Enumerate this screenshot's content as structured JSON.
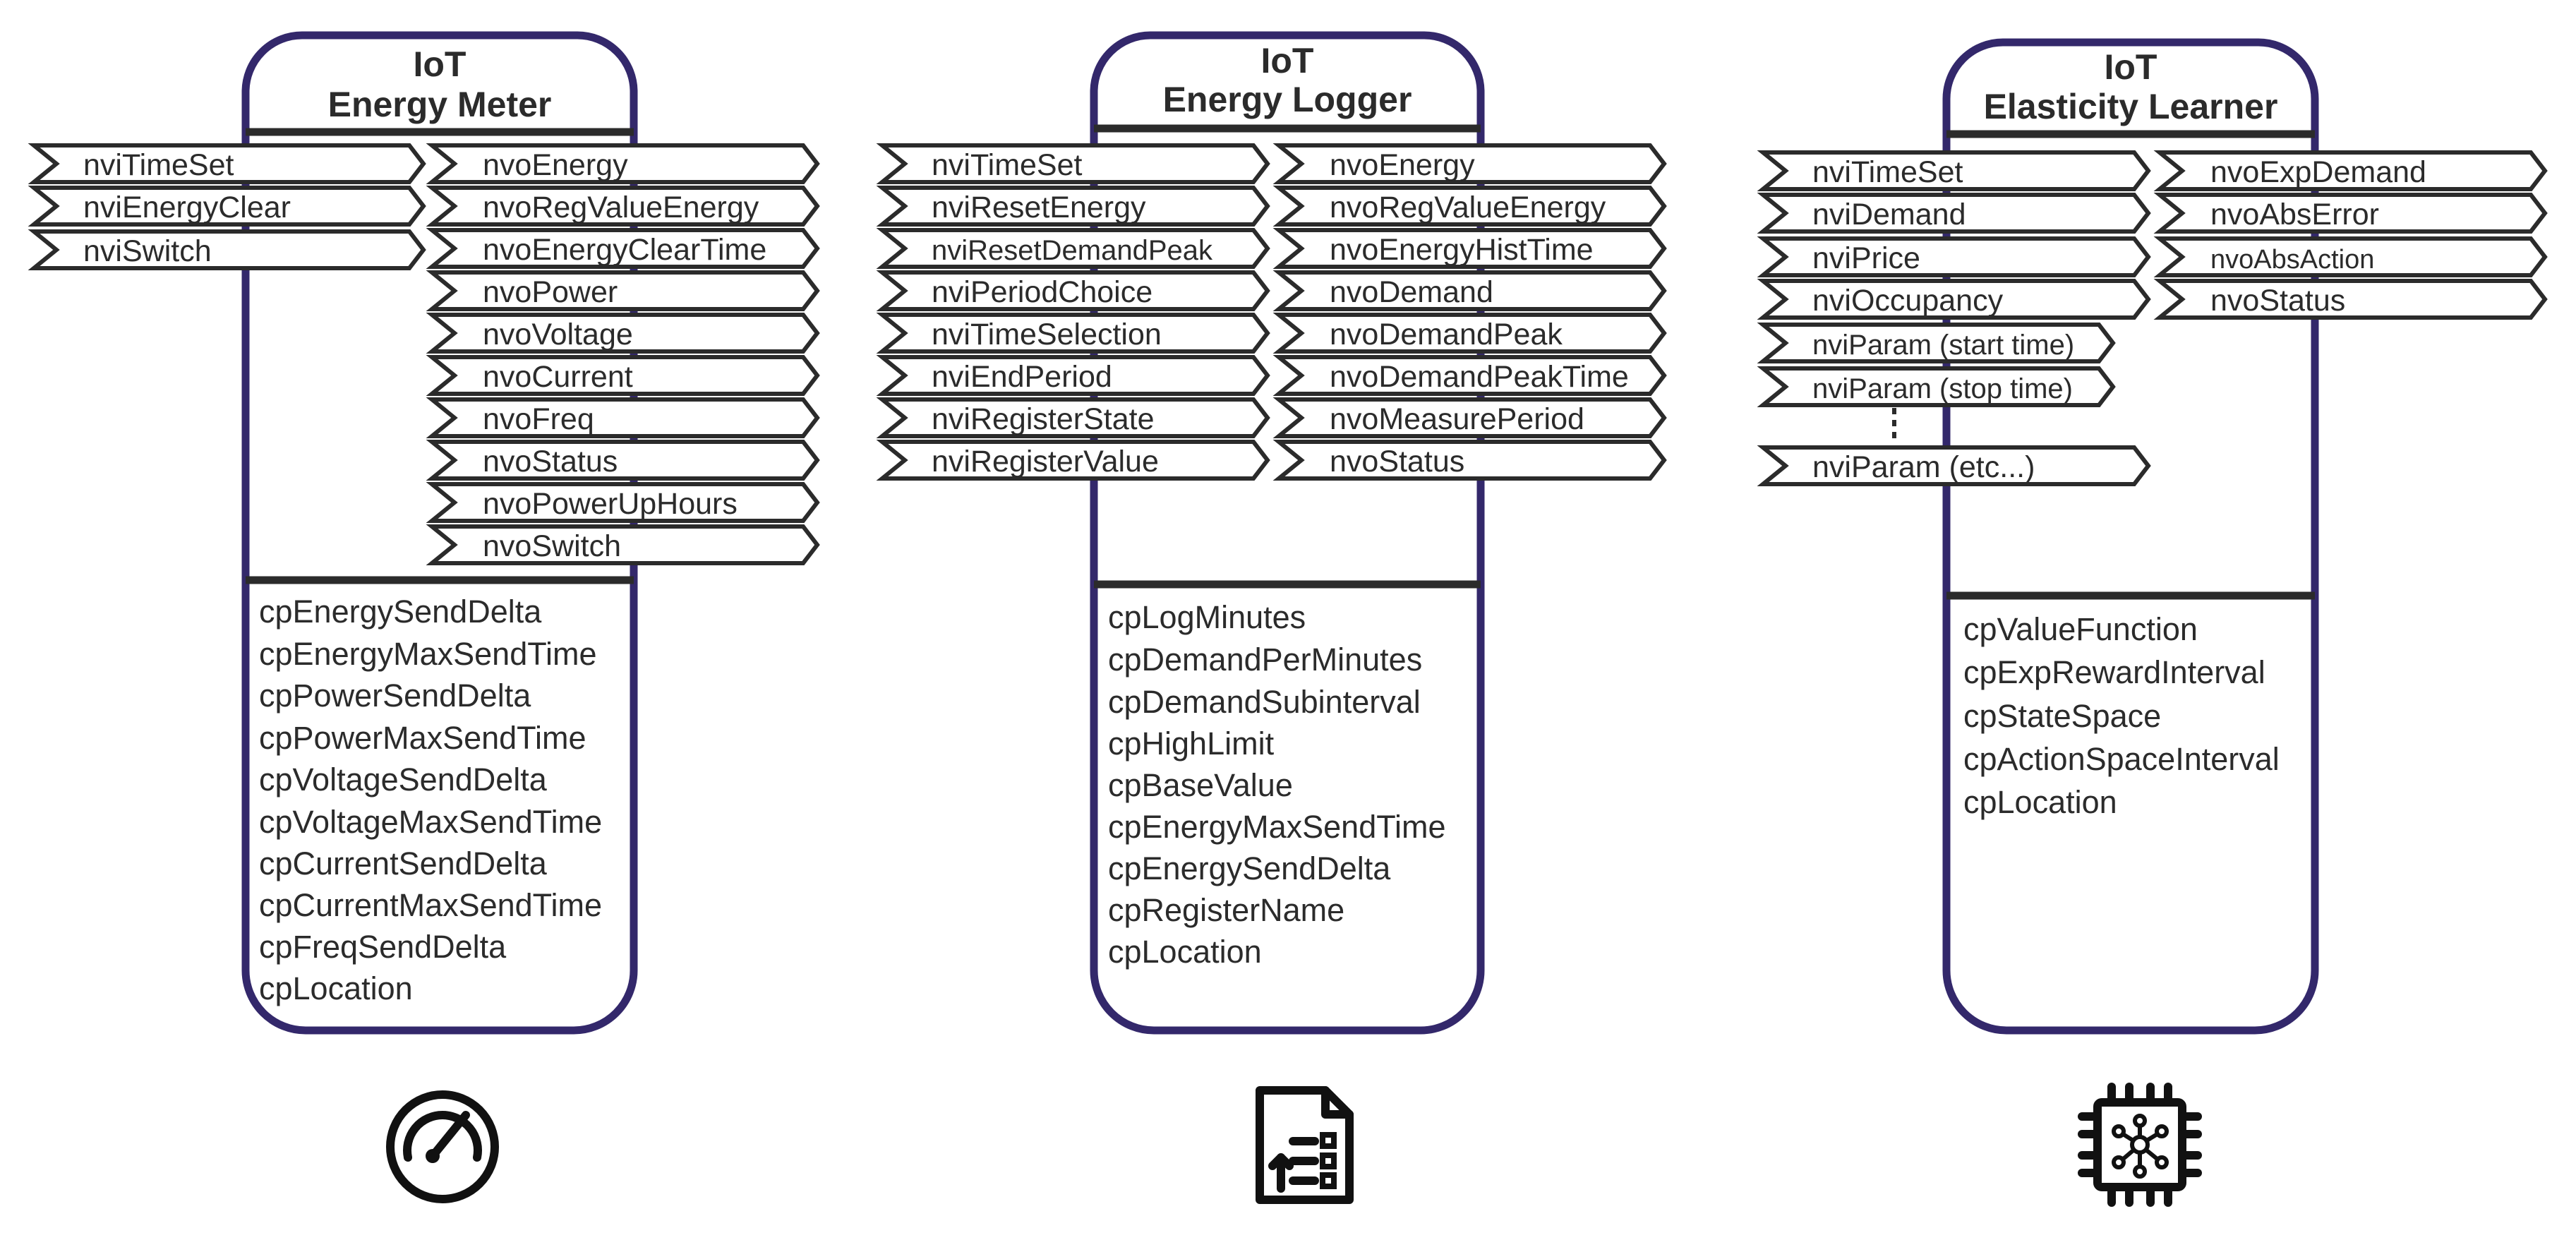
{
  "colors": {
    "block_outline": "#33286b",
    "line": "#2b2b2b",
    "text": "#2b2b2b",
    "icon": "#111111"
  },
  "blocks": [
    {
      "id": "energy-meter",
      "title_line1": "IoT",
      "title_line2": "Energy Meter",
      "inputs": [
        "nviTimeSet",
        "nviEnergyClear",
        "nviSwitch"
      ],
      "outputs": [
        "nvoEnergy",
        "nvoRegValueEnergy",
        "nvoEnergyClearTime",
        "nvoPower",
        "nvoVoltage",
        "nvoCurrent",
        "nvoFreq",
        "nvoStatus",
        "nvoPowerUpHours",
        "nvoSwitch"
      ],
      "config": [
        "cpEnergySendDelta",
        "cpEnergyMaxSendTime",
        "cpPowerSendDelta",
        "cpPowerMaxSendTime",
        "cpVoltageSendDelta",
        "cpVoltageMaxSendTime",
        "cpCurrentSendDelta",
        "cpCurrentMaxSendTime",
        "cpFreqSendDelta",
        "cpLocation"
      ],
      "icon": "speedometer-icon"
    },
    {
      "id": "energy-logger",
      "title_line1": "IoT",
      "title_line2": "Energy Logger",
      "inputs": [
        "nviTimeSet",
        "nviResetEnergy",
        "nviResetDemandPeak",
        "nviPeriodChoice",
        "nviTimeSelection",
        "nviEndPeriod",
        "nviRegisterState",
        "nviRegisterValue"
      ],
      "outputs": [
        "nvoEnergy",
        "nvoRegValueEnergy",
        "nvoEnergyHistTime",
        "nvoDemand",
        "nvoDemandPeak",
        "nvoDemandPeakTime",
        "nvoMeasurePeriod",
        "nvoStatus"
      ],
      "config": [
        "cpLogMinutes",
        "cpDemandPerMinutes",
        "cpDemandSubinterval",
        "cpHighLimit",
        "cpBaseValue",
        "cpEnergyMaxSendTime",
        "cpEnergySendDelta",
        "cpRegisterName",
        "cpLocation"
      ],
      "icon": "document-log-icon"
    },
    {
      "id": "elasticity-learner",
      "title_line1": "IoT",
      "title_line2": "Elasticity Learner",
      "inputs": [
        "nviTimeSet",
        "nviDemand",
        "nviPrice",
        "nviOccupancy",
        "nviParam (start time)",
        "nviParam (stop time)"
      ],
      "input_last": "nviParam (etc...)",
      "outputs": [
        "nvoExpDemand",
        "nvoAbsError",
        "nvoAbsAction",
        "nvoStatus"
      ],
      "config": [
        "cpValueFunction",
        "cpExpRewardInterval",
        "cpStateSpace",
        "cpActionSpaceInterval",
        "cpLocation"
      ],
      "icon": "chip-network-icon"
    }
  ]
}
